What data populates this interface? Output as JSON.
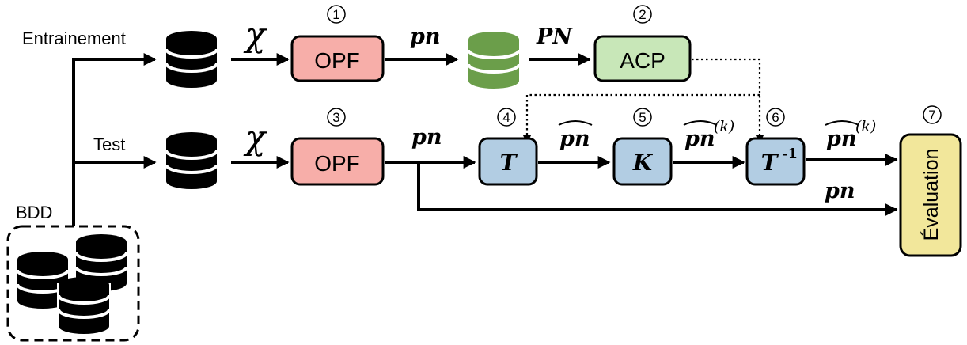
{
  "labels": {
    "train": "Entrainement",
    "test": "Test",
    "bdd": "BDD"
  },
  "symbols": {
    "chi": "χ",
    "pn": "pn",
    "PN": "PN",
    "sup_k": "(k)",
    "inv": "-1"
  },
  "boxes": {
    "opf": "OPF",
    "acp": "ACP",
    "T": "T",
    "K": "K",
    "eval": "Évaluation"
  },
  "steps": [
    "1",
    "2",
    "3",
    "4",
    "5",
    "6",
    "7"
  ],
  "colors": {
    "opf": "#f7aea9",
    "acp": "#c8e7b8",
    "blue": "#b2cde3",
    "eval": "#f2e79b",
    "green_db": "#6b9e4a"
  }
}
